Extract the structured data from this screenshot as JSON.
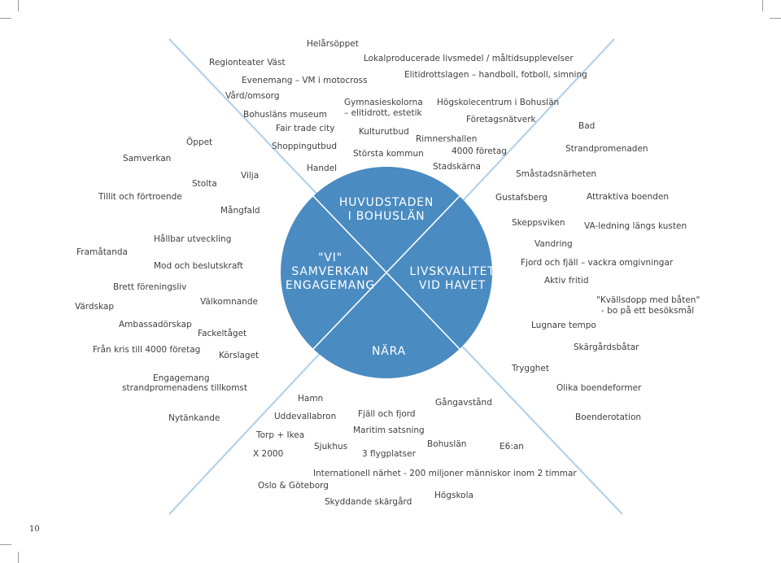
{
  "diagram": {
    "center": {
      "top": [
        "HUVUDSTADEN",
        "I BOHUSLÄN"
      ],
      "left": [
        "\"VI\"",
        "SAMVERKAN",
        "ENGAGEMANG"
      ],
      "right": [
        "LIVSKVALITET",
        "VID HAVET"
      ],
      "bottom": [
        "NÄRA"
      ]
    },
    "words": [
      "Helårsöppet",
      "Regionteater Väst",
      "Lokalproducerade livsmedel / måltidsupplevelser",
      "Evenemang – VM i motocross",
      "Elitidrottslagen – handboll, fotboll, simning",
      "Vård/omsorg",
      "Gymnasieskolorna",
      "Högskolecentrum i Bohuslän",
      "Bohusläns museum",
      "– elitidrott, estetik",
      "Företagsnätverk",
      "Bad",
      "Fair trade city",
      "Kulturutbud",
      "Öppet",
      "Rimnershallen",
      "Shoppingutbud",
      "4000 företag",
      "Strandpromenaden",
      "Samverkan",
      "Största kommun",
      "Stadskärna",
      "Handel",
      "Vilja",
      "Småstadsnärheten",
      "Stolta",
      "Tillit och förtroende",
      "Gustafsberg",
      "Attraktiva boenden",
      "Mångfald",
      "Skeppsviken",
      "VA-ledning längs kusten",
      "Hållbar utveckling",
      "Vandring",
      "Framåtanda",
      "Fjord och fjäll – vackra omgivningar",
      "Mod och beslutskraft",
      "Aktiv fritid",
      "Brett föreningsliv",
      "\"Kvällsdopp med båten\"",
      "- bo på ett besöksmål",
      "Värdskap",
      "Välkomnande",
      "Ambassadörskap",
      "Lugnare tempo",
      "Fackeltåget",
      "Skärgårdsbåtar",
      "Från kris till 4000 företag",
      "Körslaget",
      "Trygghet",
      "Engagemang",
      "strandpromenadens tillkomst",
      "Olika boendeformer",
      "Hamn",
      "Gångavstånd",
      "Fjäll och fjord",
      "Uddevallabron",
      "Nytänkande",
      "Boenderotation",
      "Maritim satsning",
      "Torp + Ikea",
      "Bohuslän",
      "Sjukhus",
      "E6:an",
      "X 2000",
      "3 flygplatser",
      "Internationell närhet - 200 miljoner människor inom 2 timmar",
      "Oslo & Göteborg",
      "Högskola",
      "Skyddande skärgård"
    ],
    "page_number": "10",
    "colors": {
      "circle": "#4a8bc1",
      "lines": "#b3d2ea",
      "divider": "#ffffff"
    }
  }
}
